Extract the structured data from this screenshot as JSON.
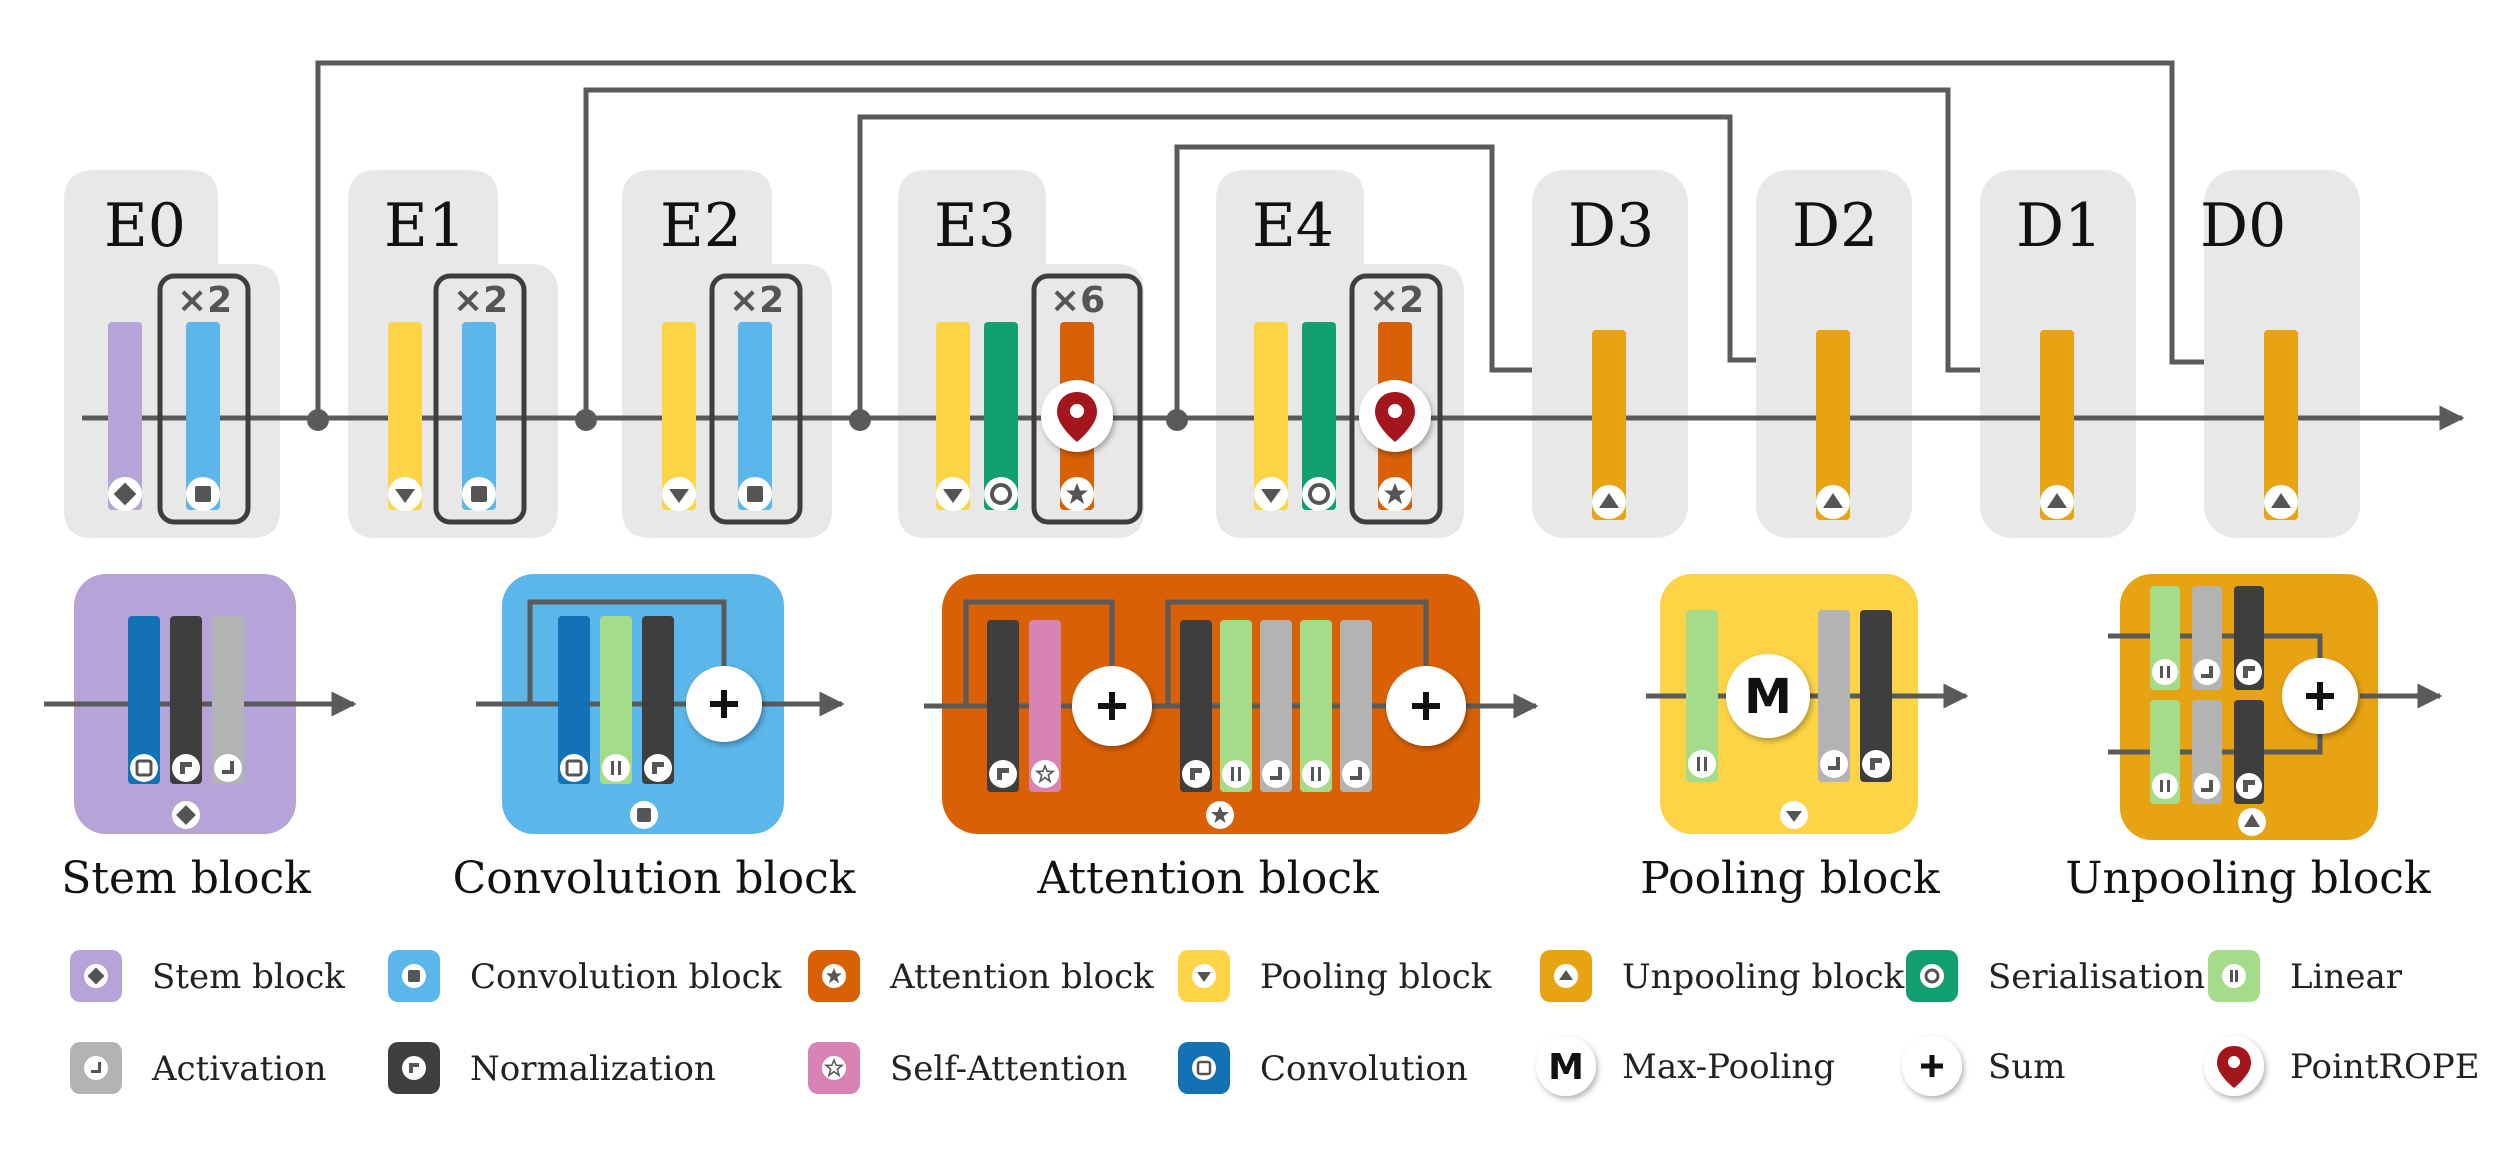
{
  "colors": {
    "stem": "#B6A3D8",
    "conv_block": "#5BB6EA",
    "attn_block": "#D96005",
    "pool_block": "#FDD445",
    "unpool_block": "#E8A312",
    "serialisation": "#11A06E",
    "linear": "#A5DC8A",
    "activation": "#B3B3B3",
    "normalization": "#3E3E3E",
    "self_attention": "#D883B3",
    "convolution": "#1371B6",
    "pointrope": "#A3161E",
    "panel_grey": "#E8E8E8",
    "line": "#5A5A5A"
  },
  "stages": [
    {
      "label": "E0",
      "repeat": "×2"
    },
    {
      "label": "E1",
      "repeat": "×2"
    },
    {
      "label": "E2",
      "repeat": "×2"
    },
    {
      "label": "E3",
      "repeat": "×6"
    },
    {
      "label": "E4",
      "repeat": "×2"
    },
    {
      "label": "D3"
    },
    {
      "label": "D2"
    },
    {
      "label": "D1"
    },
    {
      "label": "D0"
    }
  ],
  "blocks": {
    "stem": "Stem block",
    "convolution": "Convolution block",
    "attention": "Attention block",
    "pooling": "Pooling block",
    "unpooling": "Unpooling block"
  },
  "legend": [
    {
      "label": "Stem block",
      "icon": "diamond-icon"
    },
    {
      "label": "Convolution block",
      "icon": "square-icon"
    },
    {
      "label": "Attention block",
      "icon": "star-icon"
    },
    {
      "label": "Pooling block",
      "icon": "triangle-down-icon"
    },
    {
      "label": "Unpooling block",
      "icon": "triangle-up-icon"
    },
    {
      "label": "Serialisation",
      "icon": "circle-icon"
    },
    {
      "label": "Linear",
      "icon": "parallel-bars-icon"
    },
    {
      "label": "Activation",
      "icon": "activation-icon"
    },
    {
      "label": "Normalization",
      "icon": "normalization-icon"
    },
    {
      "label": "Self-Attention",
      "icon": "star-outline-icon"
    },
    {
      "label": "Convolution",
      "icon": "square-outline-icon"
    },
    {
      "label": "Max-Pooling",
      "icon": "M"
    },
    {
      "label": "Sum",
      "icon": "plus-icon"
    },
    {
      "label": "PointROPE",
      "icon": "map-pin-icon"
    }
  ],
  "glyphs": {
    "max_pool": "M",
    "sum": "+"
  }
}
